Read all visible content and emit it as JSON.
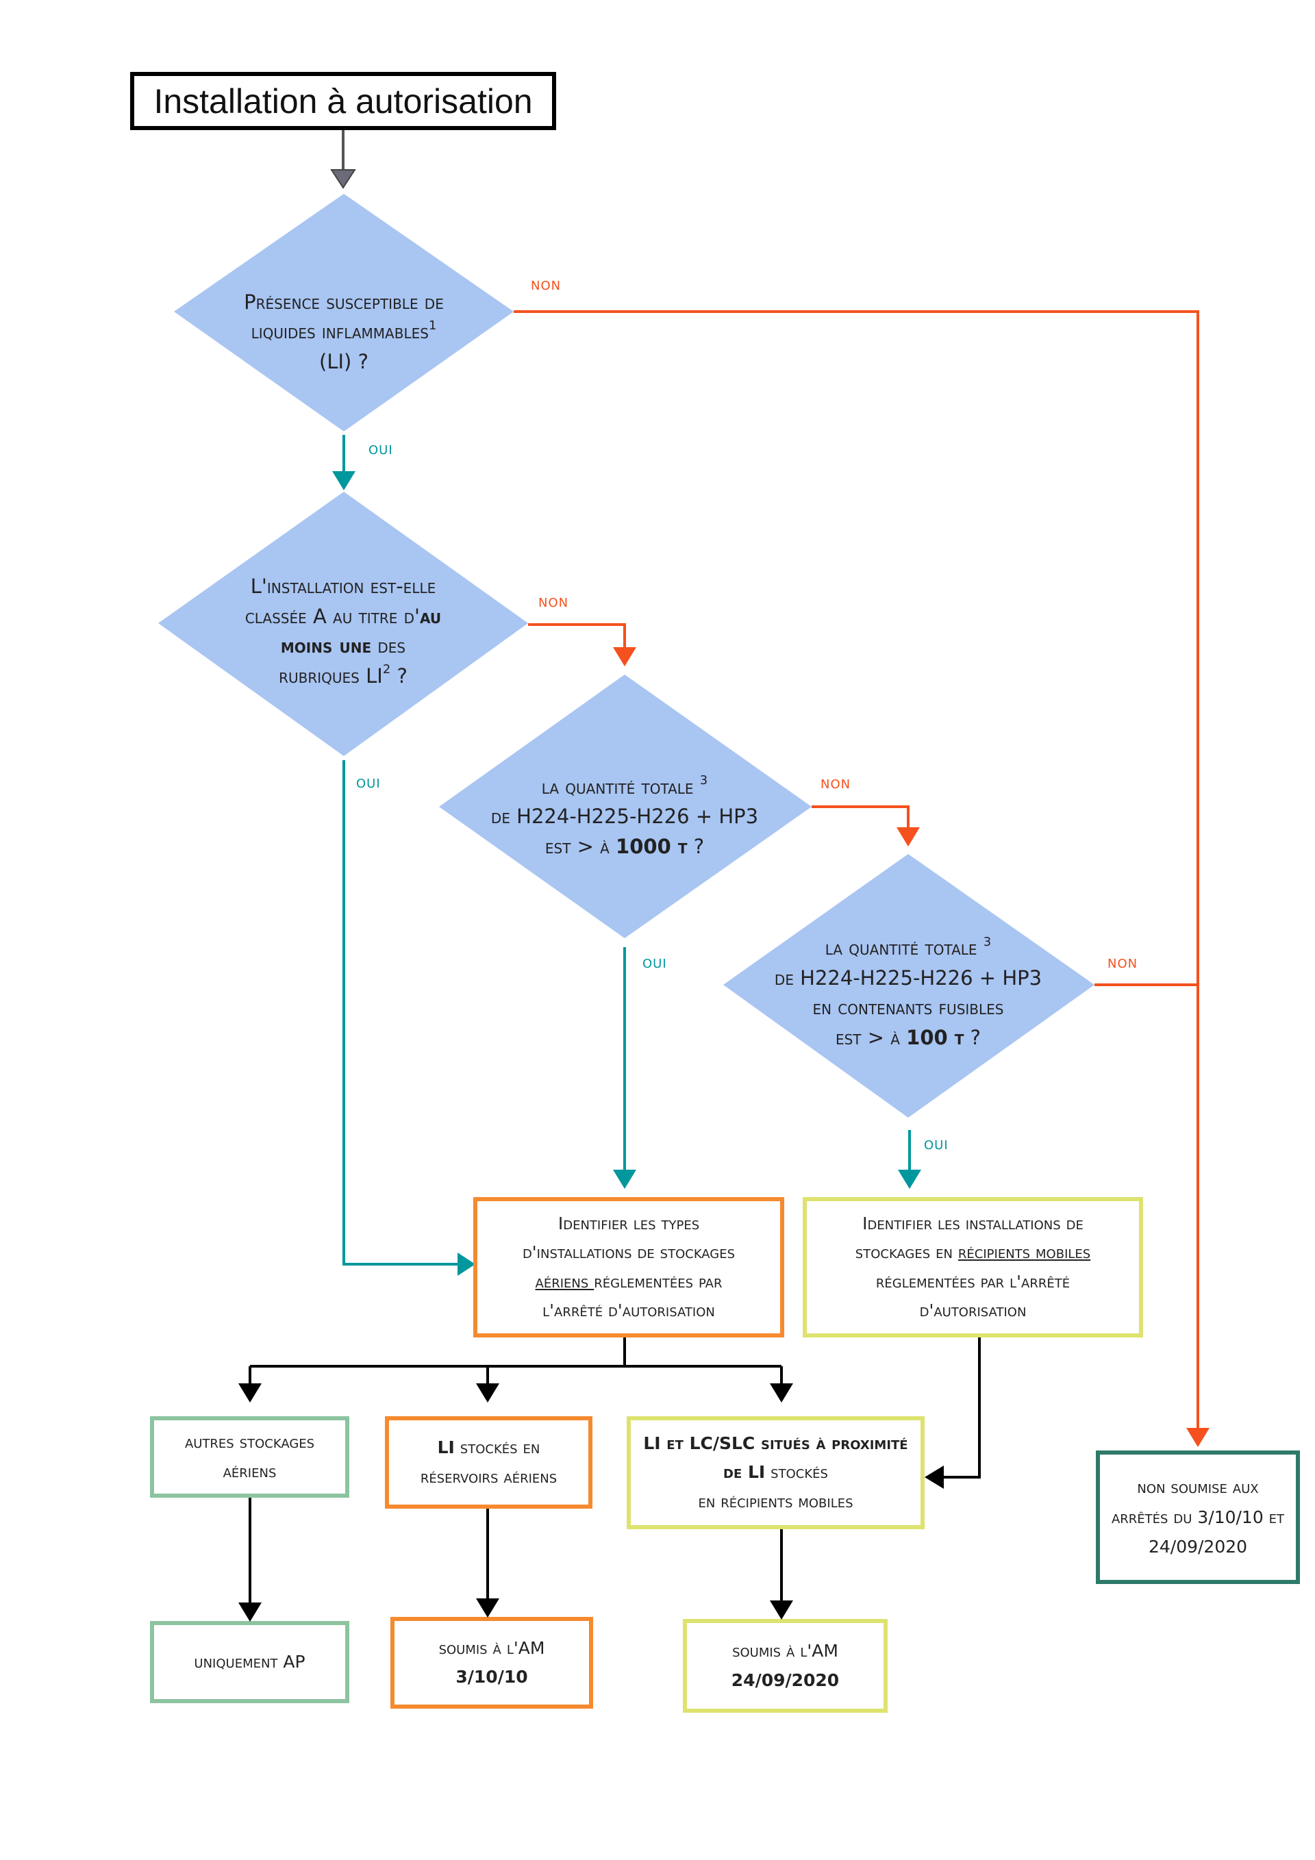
{
  "title": "Installation à autorisation",
  "colors": {
    "diamond": "#a9c5f2",
    "no_arrow": "#f4511e",
    "yes_arrow": "#00979d",
    "orange_box": "#f58a2e",
    "yellow_box": "#dde36e",
    "green_box": "#8cc4a0",
    "teal_box": "#2e7a6a",
    "black_arrow": "#000000"
  },
  "labels": {
    "non": "non",
    "oui": "oui"
  },
  "nodes": {
    "q1": {
      "l1": "Présence susceptible de",
      "l2": "liquides inflammables",
      "l2_sup": "1",
      "l3": "(LI) ?"
    },
    "q2": {
      "l1": "L'installation est-elle",
      "l2a": "classée A au titre d'",
      "l2b": "au",
      "l3a": "moins une",
      "l3b": " des",
      "l4": "rubriques LI",
      "l4_sup": "2",
      "l4_end": " ?"
    },
    "q3": {
      "l1": "la quantité totale ",
      "l1_sup": "3",
      "l2": "de H224-H225-H226 + HP3",
      "l3a": "est > à ",
      "l3b": "1000 t",
      "l3c": " ?"
    },
    "q4": {
      "l1": "la quantité totale ",
      "l1_sup": "3",
      "l2": "de H224-H225-H226 + HP3",
      "l3": "en contenants fusibles",
      "l4a": "est > à ",
      "l4b": "100 t",
      "l4c": " ?"
    },
    "ident_aeriens": {
      "l1": "Identifier les types",
      "l2": "d'installations de stockages",
      "l3a": "aériens ",
      "l3b": "réglementées par",
      "l4": "l'arrêté d'autorisation"
    },
    "ident_mobiles": {
      "l1": "Identifier les installations de",
      "l2a": "stockages en ",
      "l2b": "récipients mobiles",
      "l3": "réglementées par l'arrêté",
      "l4": "d'autorisation"
    },
    "autres": {
      "l1": "autres stockages",
      "l2": "aériens"
    },
    "li_reservoirs": {
      "l1a": "LI",
      "l1b": " stockés en",
      "l2": "réservoirs aériens"
    },
    "li_lc": {
      "l1a": "LI et LC/SLC situés à proximité",
      "l2a": "de LI",
      "l2b": " stockés",
      "l3": "en récipients mobiles"
    },
    "uniquement": {
      "l1": "uniquement AP"
    },
    "soumis_3": {
      "l1": "soumis à l'AM",
      "l2": "3/10/10"
    },
    "soumis_24": {
      "l1": "soumis à l'AM",
      "l2": "24/09/2020"
    },
    "non_soumise": {
      "l1": "non soumise aux",
      "l2": "arrêtés du 3/10/10 et",
      "l3": "24/09/2020"
    }
  }
}
